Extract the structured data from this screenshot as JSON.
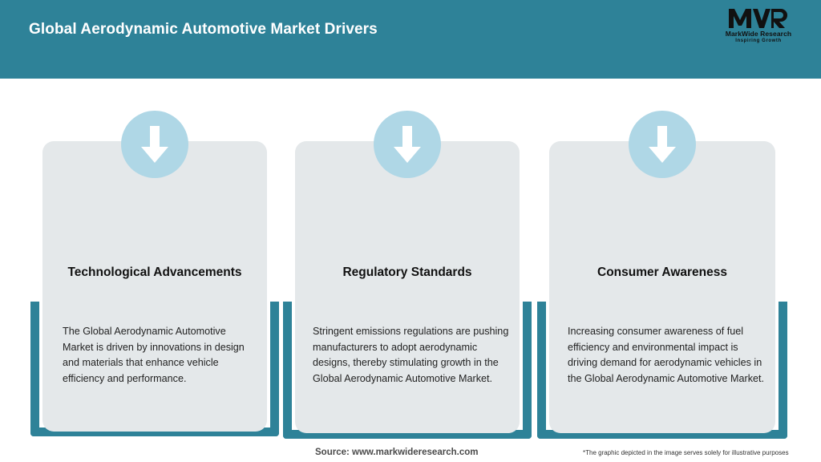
{
  "header": {
    "title": "Global Aerodynamic Automotive Market Drivers",
    "background_color": "#2E8298",
    "title_color": "#FFFFFF"
  },
  "logo": {
    "mark": "MWR",
    "name": "MarkWide Research",
    "tagline": "Inspiring Growth"
  },
  "theme": {
    "accent_teal": "#2E8298",
    "circle_blue": "#AFD7E6",
    "card_gray": "#E4E8EA",
    "arrow_white": "#FFFFFF"
  },
  "cards": [
    {
      "icon": "arrow-down-icon",
      "title": "Technological Advancements",
      "body": "The Global Aerodynamic Automotive Market is driven by innovations in design and materials that enhance vehicle efficiency and performance."
    },
    {
      "icon": "arrow-down-icon",
      "title": "Regulatory Standards",
      "body": "Stringent emissions regulations are pushing manufacturers to adopt aerodynamic designs, thereby stimulating growth in the Global Aerodynamic Automotive Market."
    },
    {
      "icon": "arrow-down-icon",
      "title": "Consumer Awareness",
      "body": "Increasing consumer awareness of fuel efficiency and environmental impact is driving demand for aerodynamic vehicles in the Global Aerodynamic Automotive Market."
    }
  ],
  "footer": {
    "source": "Source: www.markwideresearch.com",
    "disclaimer": "*The graphic depicted in the image serves solely for illustrative purposes"
  }
}
